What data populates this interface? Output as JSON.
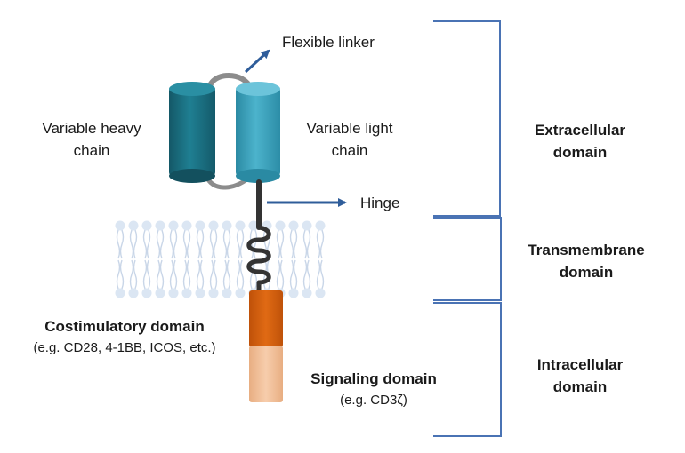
{
  "labels": {
    "flexible_linker": "Flexible linker",
    "variable_heavy_chain_line1": "Variable heavy",
    "variable_heavy_chain_line2": "chain",
    "variable_light_chain_line1": "Variable light",
    "variable_light_chain_line2": "chain",
    "hinge": "Hinge",
    "costimulatory_title": "Costimulatory domain",
    "costimulatory_examples": "(e.g. CD28, 4-1BB, ICOS, etc.)",
    "signaling_title": "Signaling domain",
    "signaling_examples": "(e.g. CD3ζ)"
  },
  "domains": {
    "extracellular_line1": "Extracellular",
    "extracellular_line2": "domain",
    "transmembrane_line1": "Transmembrane",
    "transmembrane_line2": "domain",
    "intracellular_line1": "Intracellular",
    "intracellular_line2": "domain"
  },
  "colors": {
    "heavy_chain": "#1a6f80",
    "light_chain": "#3ea3bd",
    "linker": "#8c8c8c",
    "hinge_stalk": "#333333",
    "arrow": "#2f5d9a",
    "bracket": "#4a73b4",
    "membrane": "#dbe6f3",
    "costimulatory": "#d9620f",
    "signaling": "#f3c19b"
  }
}
